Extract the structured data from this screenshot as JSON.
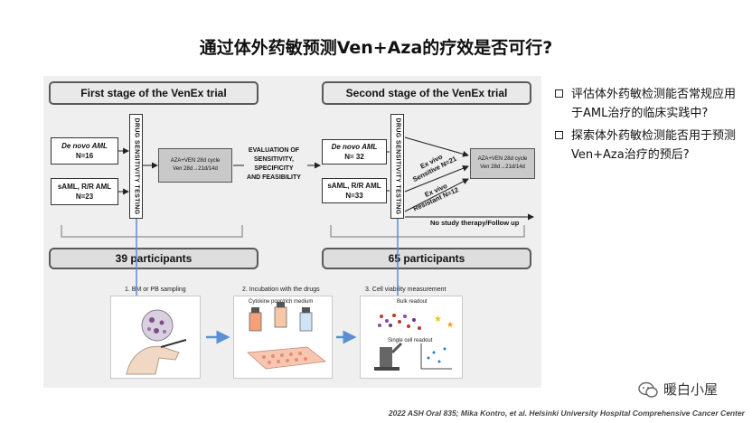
{
  "slide": {
    "title": "通过体外药敏预测Ven+Aza的疗效是否可行?"
  },
  "diagram": {
    "stage1": {
      "title": "First stage of the VenEx trial",
      "groups": [
        {
          "label": "De novo AML",
          "n": "N=16"
        },
        {
          "label": "sAML, R/R AML",
          "n": "N=23"
        }
      ],
      "dst_label": "DRUG SENSITIVITY TESTING",
      "treatment": [
        "AZA+VEN 28d cycle",
        "Ven 28d→21d/14d"
      ],
      "participants": "39 participants"
    },
    "evaluation": [
      "EVALUATION OF",
      "SENSITIVITY,",
      "SPECIFICITY",
      "AND FEASIBILITY"
    ],
    "stage2": {
      "title": "Second stage of the VenEx trial",
      "groups": [
        {
          "label": "De novo AML",
          "n": "N= 32"
        },
        {
          "label": "sAML, R/R AML",
          "n": "N=33"
        }
      ],
      "dst_label": "DRUG SENSITIVITY TESTING",
      "treatment": [
        "AZA+VEN 28d cycle",
        "Ven 28d→21d/14d"
      ],
      "sensitive_label": [
        "Ex vivo",
        "Sensitive N=21"
      ],
      "resistant_label": [
        "Ex vivo",
        "Resistant N=12"
      ],
      "no_therapy": "No study therapy/Follow up",
      "participants": "65 participants"
    },
    "steps": [
      {
        "label": "1. BM or PB sampling"
      },
      {
        "label": "2. Incubation with the drugs",
        "sub": "Cytokine poor/rich medium"
      },
      {
        "label": "3. Cell viability measurement",
        "sub": "Bulk readout",
        "sub2": "Single cell readout"
      }
    ]
  },
  "bullets": [
    "评估体外药敏检测能否常规应用于AML治疗的临床实践中?",
    "探索体外药敏检测能否用于预测Ven+Aza治疗的预后?"
  ],
  "footer": "2022 ASH Oral 835; Mika Kontro, et al. Helsinki University Hospital Comprehensive Cancer Center",
  "brand": {
    "name": "暖白小屋",
    "icon": "wechat-icon"
  },
  "colors": {
    "arrow_blue": "#5b8fd1",
    "panel_bg": "#efefef"
  }
}
